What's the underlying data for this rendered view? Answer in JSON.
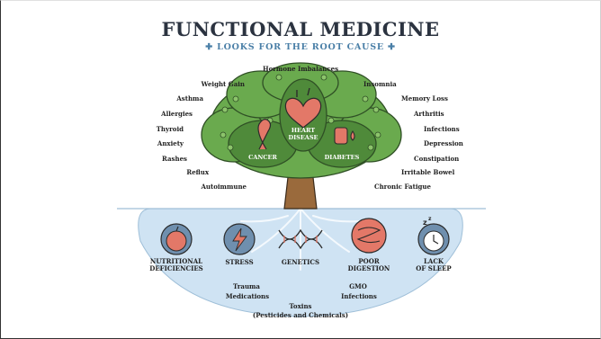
{
  "title": "FUNCTIONAL MEDICINE",
  "subtitle": "LOOKS FOR THE ROOT CAUSE",
  "symptoms": {
    "top": "Hormone Imbalances",
    "left": [
      "Weight Gain",
      "Asthma",
      "Allergies",
      "Thyroid",
      "Anxiety",
      "Rashes",
      "Reflux",
      "Autoimmune"
    ],
    "right": [
      "Insomnia",
      "Memory Loss",
      "Arthritis",
      "Infections",
      "Depression",
      "Constipation",
      "Irritable Bowel",
      "Chronic Fatigue"
    ]
  },
  "diseases": {
    "heart_line1": "HEART",
    "heart_line2": "DISEASE",
    "cancer": "CANCER",
    "diabetes": "DIABETES"
  },
  "root_causes": [
    {
      "line1": "NUTRITIONAL",
      "line2": "DEFICIENCIES",
      "icon": "apple-icon"
    },
    {
      "line1": "STRESS",
      "line2": "",
      "icon": "lightning-icon"
    },
    {
      "line1": "GENETICS",
      "line2": "",
      "icon": "dna-icon"
    },
    {
      "line1": "POOR",
      "line2": "DIGESTION",
      "icon": "intestine-icon"
    },
    {
      "line1": "LACK",
      "line2": "OF SLEEP",
      "icon": "alarm-clock-icon"
    }
  ],
  "underground": {
    "trauma": "Trauma",
    "medications": "Medications",
    "gmo": "GMO",
    "infections": "Infections",
    "toxins": "Toxins",
    "toxins_detail": "(Pesticides and Chemicals)"
  },
  "colors": {
    "title": "#2b3340",
    "accent_blue": "#4a7fa7",
    "foliage": "#6aaa4e",
    "foliage_dark": "#4f8a3a",
    "trunk": "#9a6a3c",
    "soil": "#cfe3f3",
    "icon_red": "#e37868",
    "icon_blue": "#6f8fae"
  }
}
